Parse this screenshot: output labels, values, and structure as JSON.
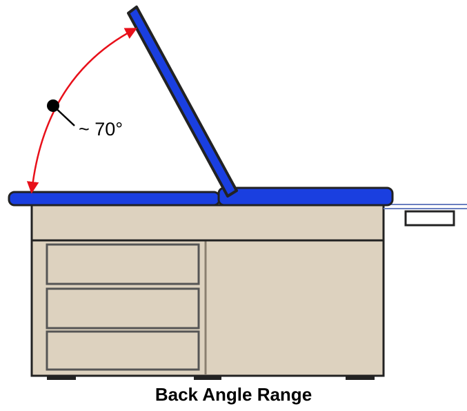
{
  "diagram": {
    "angle_label": "~ 70°",
    "caption": "Back Angle Range",
    "angle_degrees": 70
  },
  "colors": {
    "cushion": "#1a3fe0",
    "cabinet": "#ddd2bf",
    "outline": "#222222",
    "angle_arc": "#e8101a",
    "leader_dot": "#000000",
    "background": "#ffffff"
  }
}
